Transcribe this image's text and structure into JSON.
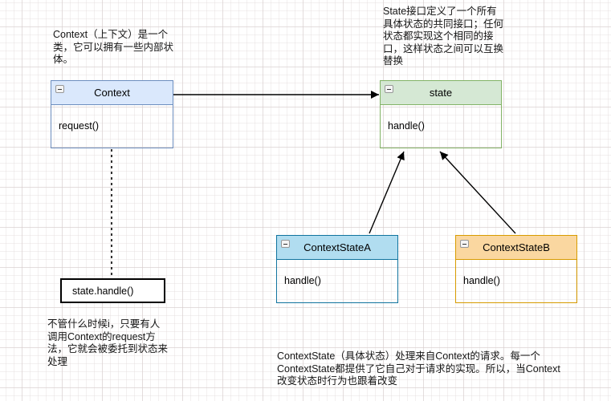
{
  "notes": {
    "context_note": "Context（上下文）是一个\n类，它可以拥有一些内部状\n体。",
    "state_note": "State接口定义了一个所有\n具体状态的共同接口；任何\n状态都实现这个相同的接\n口，这样状态之间可以互换\n替换",
    "request_note": "不管什么时候i，只要有人\n调用Context的request方\n法，它就会被委托到状态来\n处理",
    "context_state_note": "ContextState（具体状态）处理来自Context的请求。每一个\nContextState都提供了它自己对于请求的实现。所以，当Context\n改变状态时行为也跟着改变"
  },
  "classes": {
    "context": {
      "name": "Context",
      "method": "request()"
    },
    "state": {
      "name": "state",
      "method": "handle()"
    },
    "state_a": {
      "name": "ContextStateA",
      "method": "handle()"
    },
    "state_b": {
      "name": "ContextStateB",
      "method": "handle()"
    }
  },
  "labels": {
    "state_handle_box": "state.handle()"
  },
  "colors": {
    "context_header": "#dae8fc",
    "context_border": "#6c8ebf",
    "state_header": "#d5e8d4",
    "state_border": "#82b366",
    "state_a_header": "#b1ddf0",
    "state_a_border": "#10739e",
    "state_b_header": "#fad7a0",
    "state_b_border": "#d79b00",
    "connector": "#000000"
  }
}
